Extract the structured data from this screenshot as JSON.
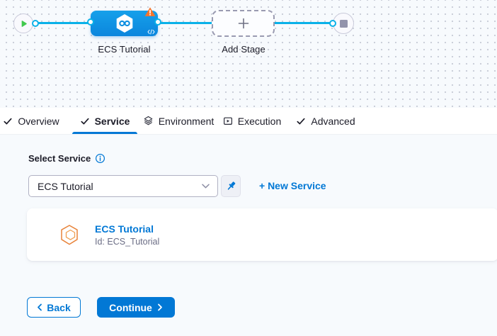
{
  "colors": {
    "accent_blue": "#0278d5",
    "line_cyan": "#0ab1e8",
    "node_blue": "#0b8ee0",
    "warning_orange": "#f4742c",
    "success_green": "#42c94e",
    "service_icon_orange": "#e8833a",
    "text_dark": "#1c1c28",
    "text_gray": "#6b6d85",
    "content_bg": "#f7fafd"
  },
  "pipeline_graph": {
    "stage_label": "ECS Tutorial",
    "add_stage_label": "Add Stage",
    "icons": {
      "start": "play-icon",
      "stage": "cd-hexagon-infinity-icon",
      "stage_warning": "warning-triangle-icon",
      "stage_code": "code-icon",
      "add": "plus-icon",
      "end": "stop-icon"
    }
  },
  "tabs": [
    {
      "label": "Overview",
      "icon": "check-icon",
      "active": false
    },
    {
      "label": "Service",
      "icon": "check-icon",
      "active": true
    },
    {
      "label": "Environment",
      "icon": "layers-icon",
      "active": false
    },
    {
      "label": "Execution",
      "icon": "execution-play-icon",
      "active": false
    },
    {
      "label": "Advanced",
      "icon": "check-icon",
      "active": false
    }
  ],
  "service_form": {
    "label": "Select Service",
    "info_icon": "info-icon",
    "select": {
      "value": "ECS Tutorial",
      "chevron_icon": "chevron-down-icon"
    },
    "pin_icon": "pin-icon",
    "new_service_link": "+ New Service",
    "service_card": {
      "icon": "service-hexagon-icon",
      "title": "ECS Tutorial",
      "id": "Id: ECS_Tutorial"
    }
  },
  "footer": {
    "back_label": "Back",
    "continue_label": "Continue"
  }
}
